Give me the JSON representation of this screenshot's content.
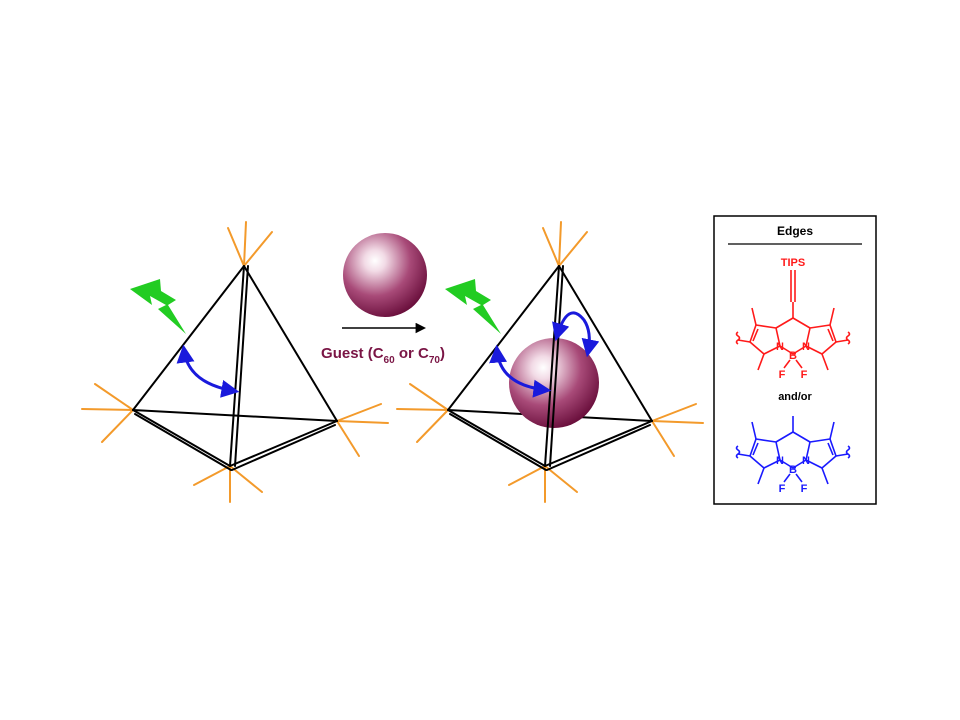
{
  "reaction": {
    "guest_prefix": "Guest (C",
    "c60_sub": "60",
    "or_text": " or C",
    "c70_sub": "70",
    "guest_suffix": ")"
  },
  "edges_panel": {
    "title": "Edges",
    "top_substituent": "TIPS",
    "atom_n": "N",
    "atom_b": "B",
    "atom_f": "F",
    "connector": "and/or"
  },
  "colors": {
    "guest": "#7a1545",
    "red_bodipy": "#ff1a1a",
    "blue_bodipy": "#1a1aff",
    "energy_arrow": "#1a1adc",
    "lightning": "#22cc22",
    "vertex_ligands": "#f39a2b",
    "edges": "#000000"
  },
  "icons": [
    "lightning-bolt-icon",
    "energy-transfer-arrow-icon",
    "fullerene-sphere-icon",
    "reaction-arrow-icon"
  ]
}
